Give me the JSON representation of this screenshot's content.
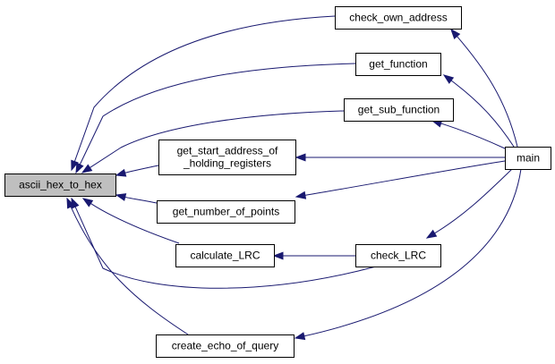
{
  "graph": {
    "edge_color": "#191970",
    "root_fill": "#bfbfbf",
    "nodes": {
      "ascii_hex_to_hex": {
        "lines": [
          "ascii_hex_to_hex"
        ],
        "root": true
      },
      "check_own_address": {
        "lines": [
          "check_own_address"
        ]
      },
      "get_function": {
        "lines": [
          "get_function"
        ]
      },
      "get_sub_function": {
        "lines": [
          "get_sub_function"
        ]
      },
      "get_start_address_of_holding_registers": {
        "lines": [
          "get_start_address_of",
          "_holding_registers"
        ]
      },
      "get_number_of_points": {
        "lines": [
          "get_number_of_points"
        ]
      },
      "calculate_LRC": {
        "lines": [
          "calculate_LRC"
        ]
      },
      "create_echo_of_query": {
        "lines": [
          "create_echo_of_query"
        ]
      },
      "check_LRC": {
        "lines": [
          "check_LRC"
        ]
      },
      "main": {
        "lines": [
          "main"
        ]
      }
    },
    "edges": [
      {
        "from": "check_own_address",
        "to": "ascii_hex_to_hex"
      },
      {
        "from": "get_function",
        "to": "ascii_hex_to_hex"
      },
      {
        "from": "get_sub_function",
        "to": "ascii_hex_to_hex"
      },
      {
        "from": "get_start_address_of_holding_registers",
        "to": "ascii_hex_to_hex"
      },
      {
        "from": "get_number_of_points",
        "to": "ascii_hex_to_hex"
      },
      {
        "from": "calculate_LRC",
        "to": "ascii_hex_to_hex"
      },
      {
        "from": "check_LRC",
        "to": "ascii_hex_to_hex"
      },
      {
        "from": "create_echo_of_query",
        "to": "ascii_hex_to_hex"
      },
      {
        "from": "main",
        "to": "check_own_address"
      },
      {
        "from": "main",
        "to": "get_function"
      },
      {
        "from": "main",
        "to": "get_sub_function"
      },
      {
        "from": "main",
        "to": "get_start_address_of_holding_registers"
      },
      {
        "from": "main",
        "to": "get_number_of_points"
      },
      {
        "from": "main",
        "to": "check_LRC"
      },
      {
        "from": "main",
        "to": "create_echo_of_query"
      },
      {
        "from": "check_LRC",
        "to": "calculate_LRC"
      }
    ]
  }
}
